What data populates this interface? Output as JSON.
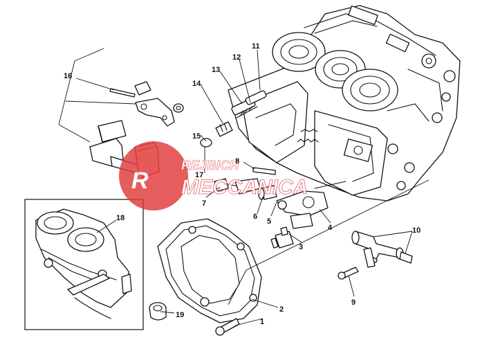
{
  "labels": [
    "1",
    "2",
    "3",
    "4",
    "5",
    "6",
    "7",
    "8",
    "9",
    "10",
    "11",
    "12",
    "13",
    "14",
    "15",
    "16",
    "17",
    "18",
    "19"
  ],
  "watermark": {
    "line1": "REJBICH",
    "line2": "MECCANICA",
    "color": "#e03a3a"
  }
}
